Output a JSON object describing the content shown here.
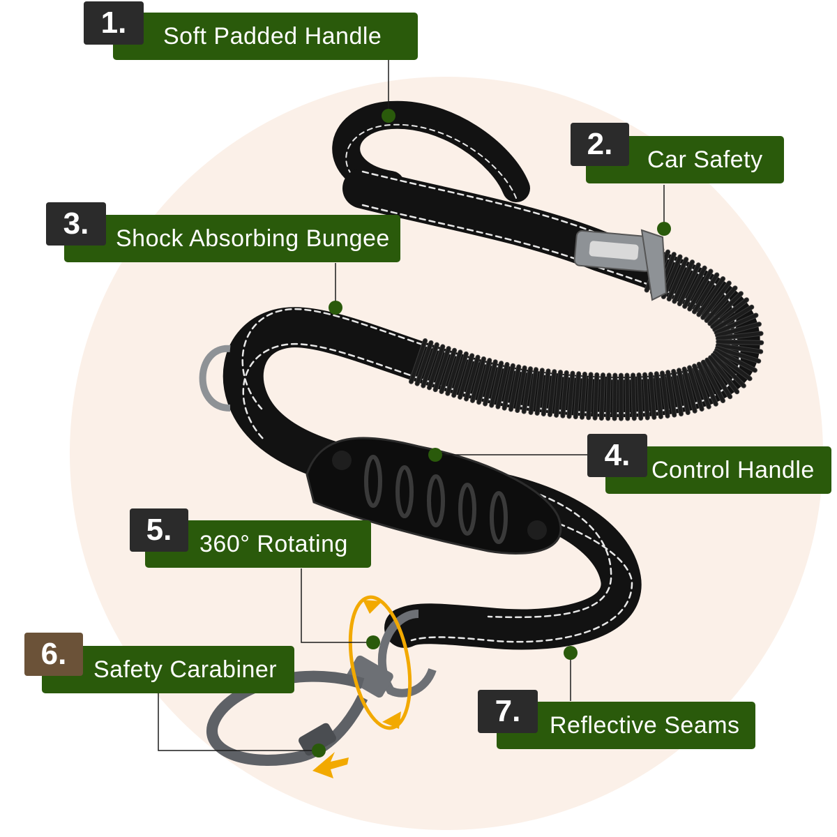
{
  "colors": {
    "label_green": "#2a5a0b",
    "number_dark": "#2b2b2b",
    "number_brown": "#6b5238",
    "backdrop_circle": "#fbf0e8",
    "leash_black": "#121212",
    "reflective_stitch": "#e8e8e8",
    "metal_gray": "#8e9296",
    "rotation_arrow": "#f2a900",
    "leader_line": "#1a1a1a",
    "marker_dot": "#2a5a0b"
  },
  "features": [
    {
      "number": "1.",
      "label": "Soft Padded Handle"
    },
    {
      "number": "2.",
      "label": "Car Safety"
    },
    {
      "number": "3.",
      "label": "Shock Absorbing Bungee"
    },
    {
      "number": "4.",
      "label": "Control Handle"
    },
    {
      "number": "5.",
      "label": "360° Rotating"
    },
    {
      "number": "6.",
      "label": "Safety Carabiner"
    },
    {
      "number": "7.",
      "label": "Reflective Seams"
    }
  ],
  "icons": {
    "rotation": "circular-arrow-icon",
    "release": "arrow-icon"
  }
}
